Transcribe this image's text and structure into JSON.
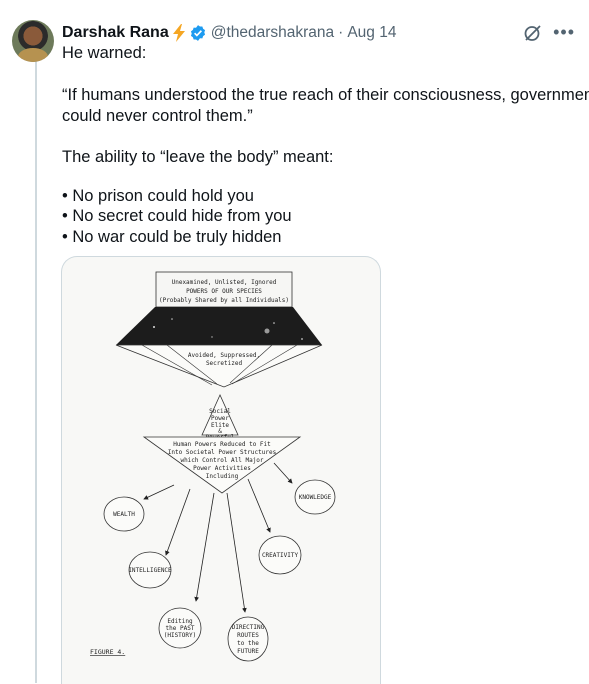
{
  "author": {
    "name": "Darshak Rana",
    "handle": "@thedarshakrana",
    "separator": "·",
    "date": "Aug 14"
  },
  "colors": {
    "verified": "#1d9bf0",
    "bolt": "#f5a623",
    "text": "#0f1419",
    "muted": "#536471"
  },
  "icons": {
    "badge": "lightning-bolt-icon",
    "verified": "verified-badge-icon",
    "grok": "grok-icon",
    "more": "more-icon"
  },
  "tweet": {
    "line1": "He warned:",
    "quote_line1": "“If humans understood the true reach of their consciousness, governments",
    "quote_line2": "could never control them.”",
    "line3": "The ability to “leave the body” meant:",
    "bullets": [
      "• No prison could hold you",
      "• No secret could hide from you",
      "• No war could be truly hidden"
    ]
  },
  "figure": {
    "top_box": [
      "Unexamined, Unlisted, Ignored",
      "POWERS OF OUR SPECIES",
      "(Probably Shared by all Individuals)"
    ],
    "funnel_label": [
      "Avoided, Suppressed,",
      "Secretized"
    ],
    "elite": [
      "Social",
      "Power",
      "Elite",
      "&",
      "Powerful"
    ],
    "reduced": [
      "Human Powers Reduced to Fit",
      "Into Societal Power Structures",
      "which Control All Major",
      "Power Activities",
      "Including"
    ],
    "nodes": {
      "wealth": "WEALTH",
      "intelligence": "INTELLIGENCE",
      "editing": [
        "Editing",
        "the PAST",
        "(HISTORY)"
      ],
      "directing": [
        "DIRECTING",
        "ROUTES",
        "to the",
        "FUTURE"
      ],
      "creativity": "CREATIVITY",
      "knowledge": "KNOWLEDGE"
    },
    "caption": "FIGURE 4."
  }
}
